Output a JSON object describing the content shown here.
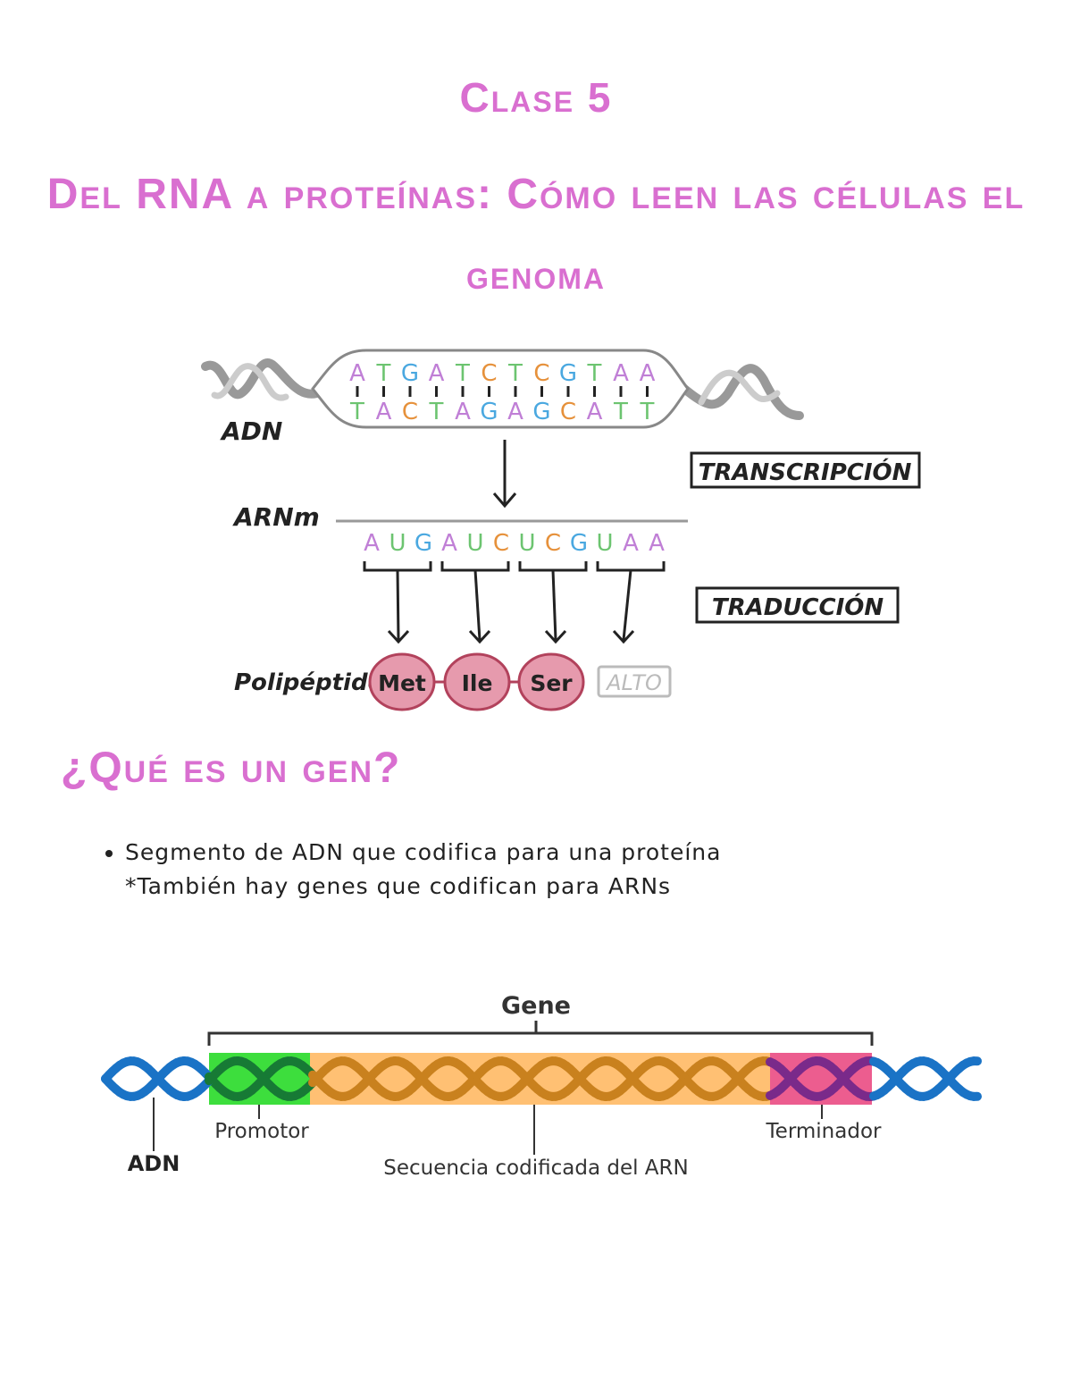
{
  "titles": {
    "line1": "Clase 5",
    "line2": "Del RNA a proteínas: Cómo leen las células el",
    "line3": "genoma"
  },
  "diagram1": {
    "adn_label": "ADN",
    "arnm_label": "ARNm",
    "polipeptido_label": "Polipéptido",
    "transcripcion_label": "TRANSCRIPCIÓN",
    "traduccion_label": "TRADUCCIÓN",
    "dna_top": [
      "A",
      "T",
      "G",
      "A",
      "T",
      "C",
      "T",
      "C",
      "G",
      "T",
      "A",
      "A"
    ],
    "dna_bottom": [
      "T",
      "A",
      "C",
      "T",
      "A",
      "G",
      "A",
      "G",
      "C",
      "A",
      "T",
      "T"
    ],
    "mrna": [
      "A",
      "U",
      "G",
      "A",
      "U",
      "C",
      "U",
      "C",
      "G",
      "U",
      "A",
      "A"
    ],
    "amino_acids": [
      "Met",
      "Ile",
      "Ser"
    ],
    "stop_label": "ALTO",
    "base_colors": {
      "A": "#c07fd6",
      "T": "#6cc470",
      "G": "#4aa8e0",
      "C": "#e6913b",
      "U": "#6cc470"
    },
    "amino_fill": "#e69aad",
    "amino_stroke": "#b2425c"
  },
  "section": {
    "heading": "¿Qué es un gen?",
    "bullet": "Segmento de ADN que codifica para una proteína",
    "note": "*También hay genes que codifican para ARNs"
  },
  "diagram2": {
    "gene_label": "Gene",
    "adn_label": "ADN",
    "promotor_label": "Promotor",
    "coding_label": "Secuencia codificada del ARN",
    "terminator_label": "Terminador",
    "colors": {
      "dna": "#1a73c6",
      "promotor": "#3dde3d",
      "coding": "#ffc073",
      "terminator": "#ec5d8f"
    }
  }
}
